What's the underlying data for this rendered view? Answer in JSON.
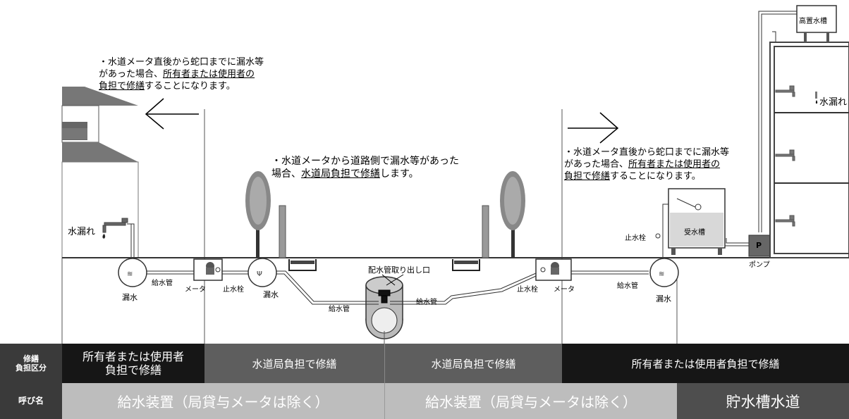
{
  "notes": {
    "left": {
      "line1": "・水道メータ直後から蛇口までに漏水等",
      "line2a": "があった場合、",
      "line2b": "所有者または使用者の",
      "line3a": "負担で修繕",
      "line3b": "することになります。"
    },
    "center": {
      "line1": "・水道メータから道路側で漏水等があった",
      "line2a": "場合、",
      "line2b": "水道局負担",
      "line2c": "で修繕",
      "line2d": "します。"
    },
    "right": {
      "line1": "・水道メータ直後から蛇口までに漏水等",
      "line2a": "があった場合、",
      "line2b": "所有者または使用者の",
      "line3a": "負担で修繕",
      "line3b": "することになります。"
    }
  },
  "labels": {
    "leak_house": "水漏れ",
    "leak_building": "水漏れ",
    "elevated_tank": "高置水槽",
    "receiving_tank": "受水槽",
    "pump_letter": "P",
    "pump": "ポンプ",
    "stop_valve_tank": "止水栓",
    "main_takeoff": "配水管取り出し口",
    "supply_pipe_left": "給水管",
    "meter_left": "メータ",
    "stop_valve_left": "止水栓",
    "leak_left_circle": "漏水",
    "leak_mid_circle": "漏水",
    "supply_pipe_mid_left": "給水管",
    "supply_pipe_mid_right": "給水管",
    "stop_valve_right": "止水栓",
    "meter_right": "メータ",
    "supply_pipe_right": "給水管",
    "leak_right_circle": "漏水"
  },
  "table": {
    "row1_header_a": "修繕",
    "row1_header_b": "負担区分",
    "row1": {
      "owner_left_a": "所有者または使用者",
      "owner_left_b": "負担で修繕",
      "city_left": "水道局負担で修繕",
      "city_right": "水道局負担で修繕",
      "owner_right": "所有者または使用者負担で修繕"
    },
    "row2_header": "呼び名",
    "row2": {
      "supply_left": "給水装置（局貸与メータは除く）",
      "supply_right": "給水装置（局貸与メータは除く）",
      "tank_supply": "貯水槽水道"
    }
  }
}
